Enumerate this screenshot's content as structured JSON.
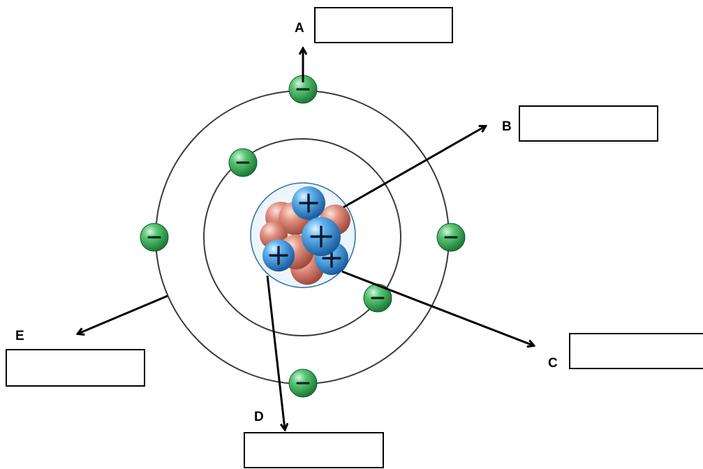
{
  "labels": {
    "a": "A",
    "b": "B",
    "c": "C",
    "d": "D",
    "e": "E"
  },
  "answer_boxes": {
    "a": "",
    "b": "",
    "c": "",
    "d": "",
    "e": ""
  },
  "colors": {
    "electron": "#2ea84a",
    "proton": "#2c8fd6",
    "neutron": "#d9786a",
    "orbit": "#3a3a3a"
  }
}
